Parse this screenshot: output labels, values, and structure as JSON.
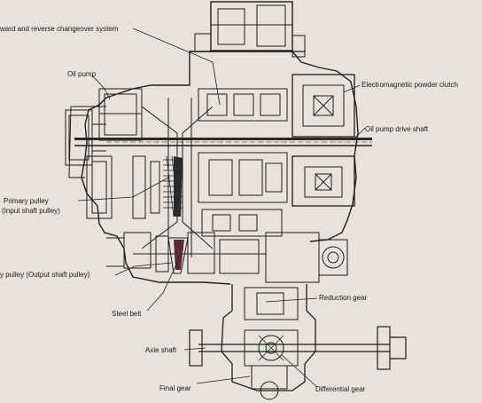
{
  "labels": {
    "forward_reverse": "ward and reverse changeover system",
    "oil_pump": "Oil pump",
    "electromagnetic_clutch": "Electromagnetic powder clutch",
    "oil_pump_drive_shaft": "Oil pump drive shaft",
    "primary_pulley_1": "Primary pulley",
    "primary_pulley_2": "(Input shaft pulley)",
    "secondary_pulley": "y pulley (Output shaft pulley)",
    "steel_belt": "Steel belt",
    "reduction_gear": "Reduction gear",
    "axle_shaft": "Axle shaft",
    "final_gear": "Final gear",
    "differential_gear": "Differential gear"
  }
}
